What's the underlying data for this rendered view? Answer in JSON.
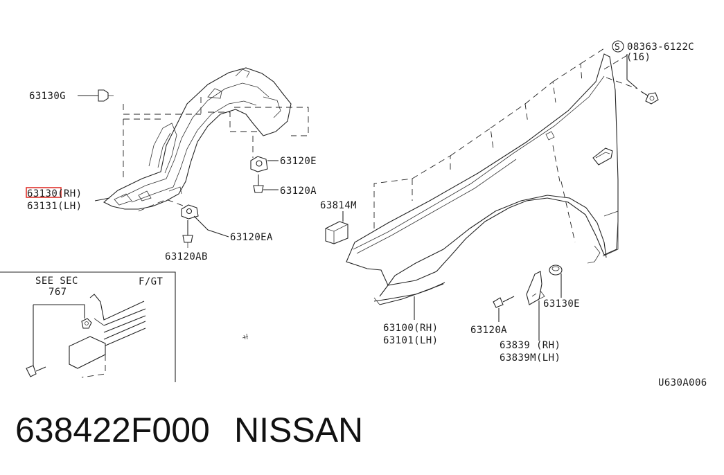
{
  "footer": {
    "part_number": "638422F000",
    "brand": "NISSAN"
  },
  "diagram_code": "U630A006",
  "callouts": {
    "clip_63130g": "63130G",
    "liner_rh": "63130(RH)",
    "liner_lh": "63131(LH)",
    "clip_63120e": "63120E",
    "screw_63120a_top": "63120A",
    "clip_63120ea": "63120EA",
    "bolt_63120ab": "63120AB",
    "seal_63814m": "63814M",
    "fender_rh": "63100(RH)",
    "fender_lh": "63101(LH)",
    "bolt_spec": "08363-6122C",
    "bolt_qty": "(16)",
    "bolt_symbol": "S",
    "clip_63130e": "63130E",
    "screw_63120a_bottom": "63120A",
    "bracket_rh": "63839  (RH)",
    "bracket_lh": "63839M(LH)"
  },
  "inset": {
    "see_sec_label": "SEE SEC",
    "see_sec_number": "767",
    "variant": "F/GT"
  },
  "highlight": {
    "color": "#e0322b"
  }
}
